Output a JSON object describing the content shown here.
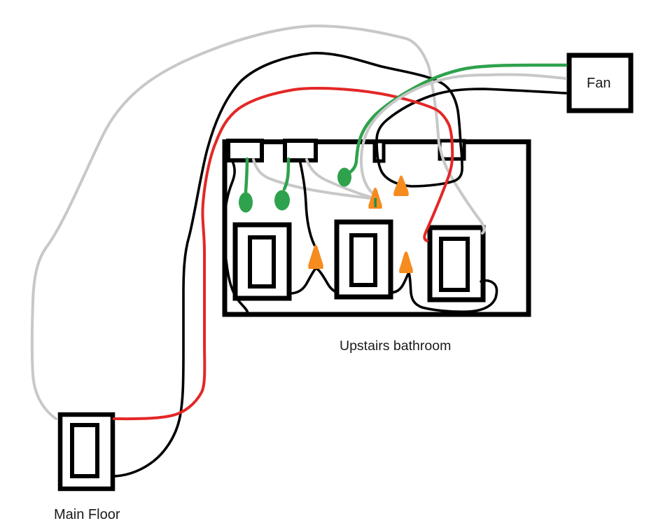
{
  "labels": {
    "fan": "Fan",
    "bathroom": "Upstairs bathroom",
    "main_floor": "Main Floor"
  },
  "colors": {
    "background": "#ffffff",
    "wire_black": "#000000",
    "wire_red": "#e32726",
    "wire_gray": "#c8c8c8",
    "wire_green": "#2ea24c",
    "wire_nut_orange": "#f68b1f",
    "wire_nut_green_dark": "#1e8f43",
    "label_text": "#1a1a1a"
  },
  "diagram": {
    "type": "hand-drawn electrical wiring sketch",
    "boxes": [
      {
        "name": "fan",
        "label": "Fan"
      },
      {
        "name": "upstairs-bathroom-switch-box",
        "label": "Upstairs bathroom",
        "switches": 3,
        "cable-knockouts": 4
      },
      {
        "name": "main-floor-switch",
        "label": "Main Floor"
      }
    ],
    "wire_nuts": {
      "green_oval": 3,
      "orange_cone": 4
    },
    "wires": [
      {
        "color": "gray",
        "from": "main-floor-switch top-left",
        "to": "loose end inside bathroom box near right switch",
        "route": "big arc over the top, enters box through knockout 4"
      },
      {
        "color": "black",
        "from": "main-floor-switch right side",
        "to": "fan left side",
        "route": "arc over top, down through knockout 4, loop inside box, up through knockout 3, arc to fan"
      },
      {
        "color": "red",
        "from": "main-floor-switch top-right",
        "to": "loose end at right switch top-left",
        "route": "arc over top, enters through knockout 4"
      },
      {
        "color": "green",
        "from": "green wire nut inside box",
        "to": "fan left side (top wire)"
      },
      {
        "color": "gray",
        "from": "orange wire nut inside box",
        "to": "fan left side (middle wire)"
      },
      {
        "color": "gray",
        "from": "knockout 1",
        "to": "orange wire nut 1"
      },
      {
        "color": "gray",
        "from": "knockout 2",
        "to": "orange wire nut 1"
      },
      {
        "color": "green",
        "from": "knockout 1",
        "to": "green oval nut 1"
      },
      {
        "color": "green",
        "from": "knockout 2",
        "to": "green oval nut 2"
      },
      {
        "color": "black",
        "from": "knockout 1",
        "to": "loose end at box bottom-left"
      },
      {
        "color": "black",
        "from": "knockout 2",
        "to": "orange wire nut between switch 1 and 2"
      },
      {
        "color": "black",
        "from": "switch 1 right",
        "to": "switch 2 left",
        "route": "via orange wire nut"
      },
      {
        "color": "black",
        "from": "switch 2 right",
        "to": "switch 3 right side",
        "route": "via orange wire nut, looping under switch 3"
      }
    ]
  }
}
